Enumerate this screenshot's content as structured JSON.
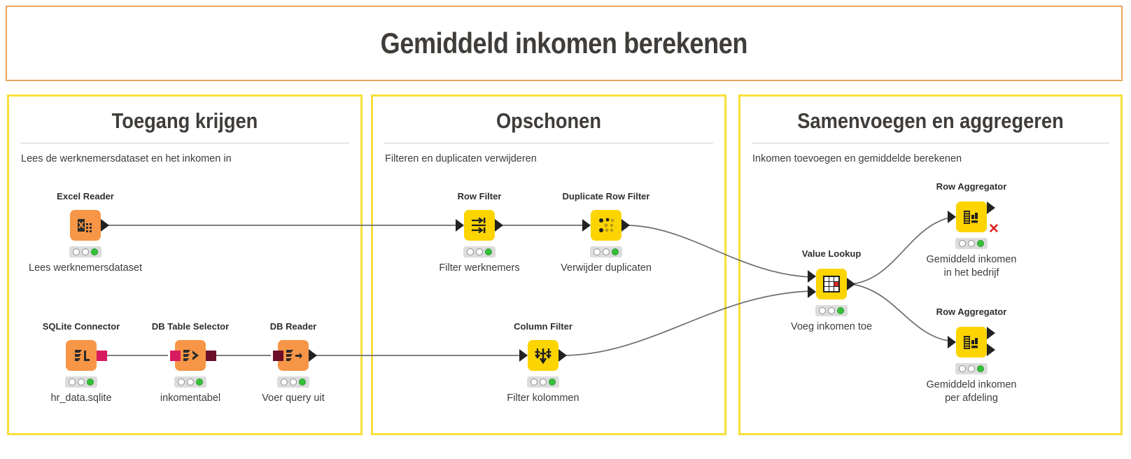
{
  "workflow": {
    "title": "Gemiddeld inkomen berekenen",
    "title_border_color": "#e8a55c",
    "panel_border_color": "#f7df39"
  },
  "panels": [
    {
      "id": "toegang",
      "title": "Toegang krijgen",
      "subtitle": "Lees de werknemersdataset en het inkomen in"
    },
    {
      "id": "opschonen",
      "title": "Opschonen",
      "subtitle": "Filteren en duplicaten verwijderen"
    },
    {
      "id": "samenvoegen",
      "title": "Samenvoegen en aggregeren",
      "subtitle": "Inkomen toevoegen en gemiddelde berekenen"
    }
  ],
  "nodes": [
    {
      "key": "excel_reader",
      "title": "Excel Reader",
      "label": "Lees werknemersdataset",
      "icon": "excel-reader-icon",
      "color": "#f79646",
      "status": "green"
    },
    {
      "key": "sqlite_connector",
      "title": "SQLite Connector",
      "label": "hr_data.sqlite",
      "icon": "sqlite-connector-icon",
      "color": "#f79646",
      "status": "green"
    },
    {
      "key": "db_table_selector",
      "title": "DB Table Selector",
      "label": "inkomentabel",
      "icon": "db-table-selector-icon",
      "color": "#f79646",
      "status": "green"
    },
    {
      "key": "db_reader",
      "title": "DB Reader",
      "label": "Voer query uit",
      "icon": "db-reader-icon",
      "color": "#f79646",
      "status": "green"
    },
    {
      "key": "row_filter",
      "title": "Row Filter",
      "label": "Filter werknemers",
      "icon": "row-filter-icon",
      "color": "#fcd400",
      "status": "green"
    },
    {
      "key": "duplicate_row_filter",
      "title": "Duplicate Row Filter",
      "label": "Verwijder duplicaten",
      "icon": "duplicate-row-filter-icon",
      "color": "#fcd400",
      "status": "green"
    },
    {
      "key": "column_filter",
      "title": "Column Filter",
      "label": "Filter kolommen",
      "icon": "column-filter-icon",
      "color": "#fcd400",
      "status": "green"
    },
    {
      "key": "value_lookup",
      "title": "Value Lookup",
      "label": "Voeg inkomen toe",
      "icon": "value-lookup-icon",
      "color": "#fcd400",
      "status": "green"
    },
    {
      "key": "row_aggregator_top",
      "title": "Row Aggregator",
      "label": "Gemiddeld inkomen\nin het bedrijf",
      "label_line1": "Gemiddeld inkomen",
      "label_line2": "in het bedrijf",
      "icon": "row-aggregator-icon",
      "color": "#fcd400",
      "status": "green",
      "warning": "✕"
    },
    {
      "key": "row_aggregator_bottom",
      "title": "Row Aggregator",
      "label": "Gemiddeld inkomen\nper afdeling",
      "label_line1": "Gemiddeld inkomen",
      "label_line2": "per afdeling",
      "icon": "row-aggregator-icon",
      "color": "#fcd400",
      "status": "green"
    }
  ],
  "status_leds": {
    "off": "○",
    "on_color": "#35c13a"
  }
}
